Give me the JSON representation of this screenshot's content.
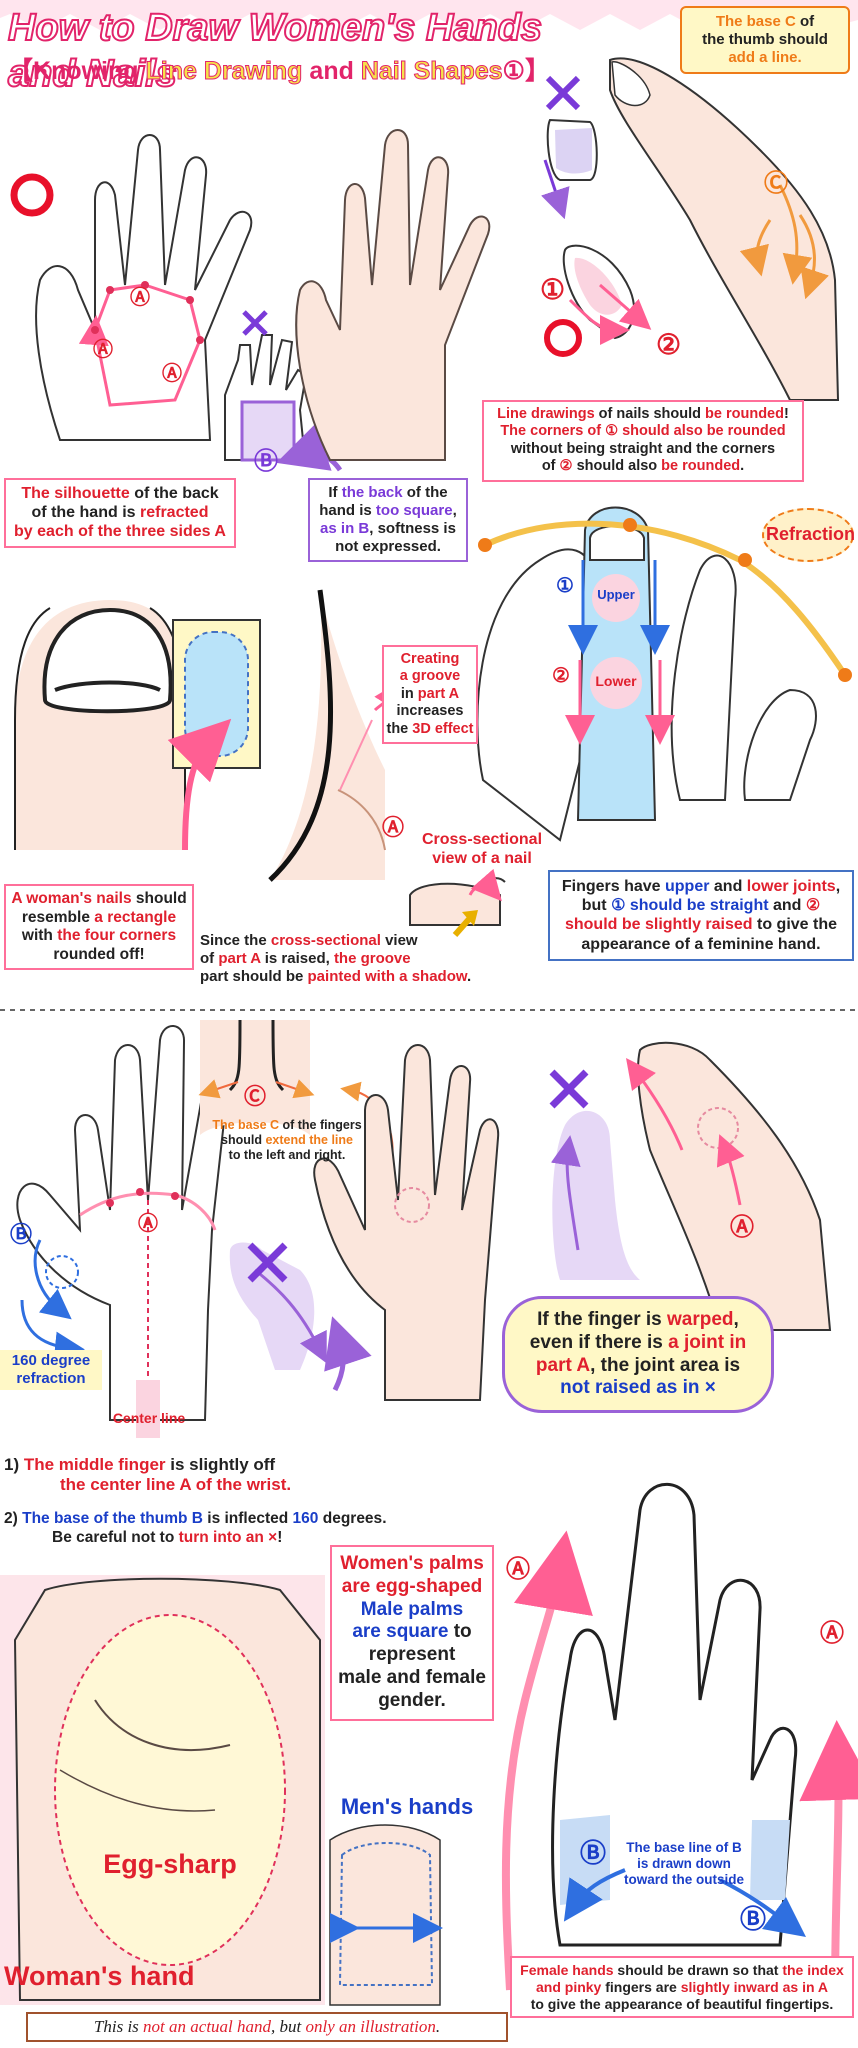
{
  "title": {
    "main": "How to Draw  Women's Hands and Nails",
    "open_bracket": "【",
    "knowing": "Knowing ",
    "line_drawing": "Line Drawing",
    "and": " and ",
    "nail_shapes": "Nail Shapes",
    "num": "①",
    "close_bracket": "】"
  },
  "marks": {
    "a": "Ⓐ",
    "b": "Ⓑ",
    "c": "Ⓒ",
    "one": "①",
    "two": "②"
  },
  "notes": {
    "thumb_base": {
      "l1a": "The base C",
      "l1b": " of",
      "l2": "the thumb should",
      "l3": "add a line."
    },
    "silhouette": {
      "l1a": "The silhouette",
      "l1b": " of the back",
      "l2a": "of the hand is ",
      "l2b": "refracted",
      "l3": "by each of the three sides A"
    },
    "back_square": {
      "l1a": "If ",
      "l1b": "the back",
      "l1c": " of the",
      "l2a": "hand is ",
      "l2b": "too square",
      "l2c": ",",
      "l3a": "as in B",
      "l3b": ", softness is",
      "l4": "not expressed."
    },
    "nails_rounded": {
      "l1a": "Line drawings",
      "l1b": " of nails should ",
      "l1c": "be rounded",
      "l1d": "!",
      "l2a": "The corners of ",
      "l2b": "①",
      "l2c": " should also ",
      "l2d": "be rounded",
      "l3": "without being straight and the corners",
      "l4a": "of ",
      "l4b": "②",
      "l4c": " should also ",
      "l4d": "be rounded",
      "l4e": "."
    },
    "refraction": "Refraction",
    "upper": "Upper",
    "lower": "Lower",
    "groove": {
      "l1": "Creating",
      "l2": "a groove",
      "l3a": "in ",
      "l3b": "part A",
      "l4": "increases",
      "l5a": "the ",
      "l5b": "3D effect"
    },
    "cross_section": {
      "l1": "Cross-sectional",
      "l2": "view of a nail"
    },
    "rectangle": {
      "l1a": "A woman's nails",
      "l1b": " should",
      "l2a": "resemble ",
      "l2b": "a rectangle",
      "l3a": "with ",
      "l3b": "the four corners",
      "l4": "rounded off!"
    },
    "shadow": {
      "l1a": "Since the ",
      "l1b": "cross-sectional",
      "l1c": " view",
      "l2a": "of ",
      "l2b": "part A",
      "l2c": " is raised, ",
      "l2d": "the groove",
      "l3a": "part should be ",
      "l3b": "painted with a shadow",
      "l3c": "."
    },
    "joints": {
      "l1a": "Fingers have ",
      "l1b": "upper",
      "l1c": " and ",
      "l1d": "lower joints",
      "l1e": ",",
      "l2a": "but ",
      "l2b": "①",
      "l2c": " should be straight",
      "l2d": " and ",
      "l2e": "②",
      "l3a": "should be slightly raised",
      "l3b": " to give the",
      "l4": "appearance of a feminine hand."
    },
    "fingers_base": {
      "l1a": "The base C",
      "l1b": " of the fingers",
      "l2a": "should ",
      "l2b": "extend the line",
      "l3": "to the left and right."
    },
    "degree": {
      "l1": "160 degree",
      "l2": "refraction"
    },
    "center_line": "Center line",
    "warped": {
      "l1a": "If the finger is ",
      "l1b": "warped",
      "l1c": ",",
      "l2a": "even if there is ",
      "l2b": "a joint in",
      "l3a": "part A",
      "l3b": ", the joint area is",
      "l4": "not raised as in ×"
    },
    "middle_finger": {
      "n": "1)",
      "l1a": " The middle finger",
      "l1b": " is slightly off",
      "l2": "the center line A of the wrist."
    },
    "thumb_base_b": {
      "n": "2)",
      "l1a": " The base of the thumb B",
      "l1b": " is inflected ",
      "l1c": "160",
      "l1d": " degrees",
      "l1e": ".",
      "l2a": "Be careful not to ",
      "l2b": "turn into an ×",
      "l2c": "!"
    },
    "palms": {
      "l1": "Women's palms",
      "l2": "are egg-shaped",
      "l3": "Male palms",
      "l4a": "are square",
      "l4b": " to",
      "l5": "represent",
      "l6": "male and female",
      "l7": "gender."
    },
    "mens_hands": "Men's hands",
    "egg_sharp": "Egg-sharp",
    "womans_hand": "Woman's hand",
    "base_line_b": {
      "l1": "The base line of B",
      "l2": "is drawn down",
      "l3": "toward the outside"
    },
    "female_hands": {
      "l1a": "Female hands",
      "l1b": " should be drawn so that ",
      "l1c": "the index",
      "l2a": "and pinky",
      "l2b": " fingers are ",
      "l2c": "slightly inward as in A",
      "l3": "to give the appearance of beautiful fingertips."
    },
    "disclaimer": {
      "a": "This is ",
      "b": "not an actual hand",
      "c": ", but ",
      "d": "only an illustration",
      "e": "."
    }
  },
  "colors": {
    "red": "#e0202e",
    "blue": "#1a3ec8",
    "pink": "#ff4d8d",
    "orange": "#ef7b18",
    "skin": "#fbe6dc",
    "yellow_note": "#fff8c6",
    "lavender": "#e6d8f6"
  }
}
